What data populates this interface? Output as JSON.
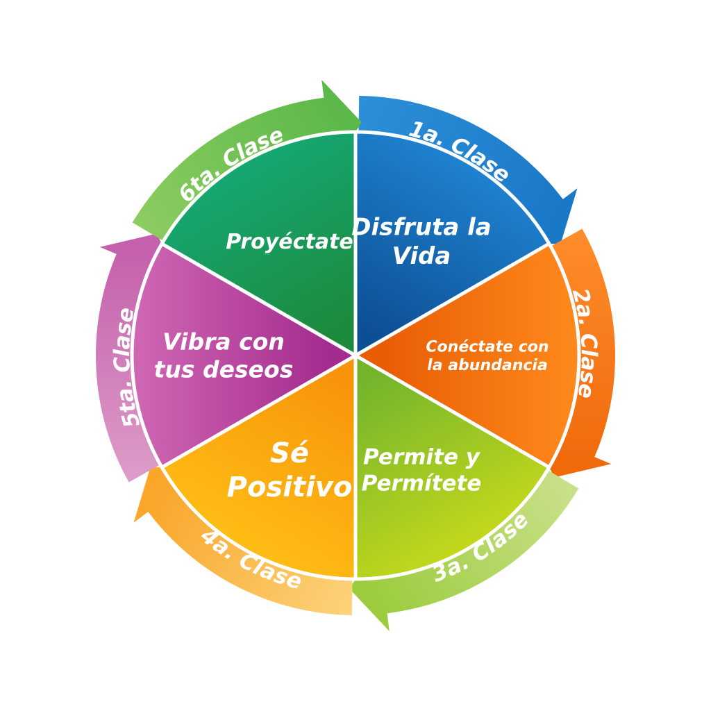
{
  "diagram": {
    "segments": [
      {
        "id": "s1",
        "arrow_label": "1a. Clase",
        "lines": [
          "Disfruta la",
          "Vida"
        ],
        "font_size": 34,
        "color_light": "#1f82d0",
        "color_dark": "#0d4f94",
        "arrow_color": "#1a78c8",
        "arrow_light": "#2c8fd8"
      },
      {
        "id": "s2",
        "arrow_label": "2a. Clase",
        "lines": [
          "Conéctate con",
          "la abundancia"
        ],
        "font_size": 22,
        "color_light": "#ff8a1c",
        "color_dark": "#e85d04",
        "arrow_color": "#f06a0c",
        "arrow_light": "#ff8c2a"
      },
      {
        "id": "s3",
        "arrow_label": "3a. Clase",
        "lines": [
          "Permite y",
          "Permítete"
        ],
        "font_size": 31,
        "color_light": "#c3d81c",
        "color_dark": "#74b52c",
        "arrow_color": "#9ccc3e",
        "arrow_light": "#c9e08a"
      },
      {
        "id": "s4",
        "arrow_label": "4a. Clase",
        "lines": [
          "Sé",
          "Positivo"
        ],
        "font_size": 40,
        "color_light": "#ffbd14",
        "color_dark": "#f7940a",
        "arrow_color": "#f9a62a",
        "arrow_light": "#fcd27a"
      },
      {
        "id": "s5",
        "arrow_label": "5ta. Clase",
        "lines": [
          "Vibra con",
          "tus deseos"
        ],
        "font_size": 33,
        "color_light": "#d068b4",
        "color_dark": "#a42c8e",
        "arrow_color": "#c560ac",
        "arrow_light": "#dc9cc8"
      },
      {
        "id": "s6",
        "arrow_label": "6ta. Clase",
        "lines": [
          "Proyéctate"
        ],
        "font_size": 30,
        "color_light": "#16a772",
        "color_dark": "#1c8a3c",
        "arrow_color": "#5cb84a",
        "arrow_light": "#8ccc60"
      }
    ]
  }
}
